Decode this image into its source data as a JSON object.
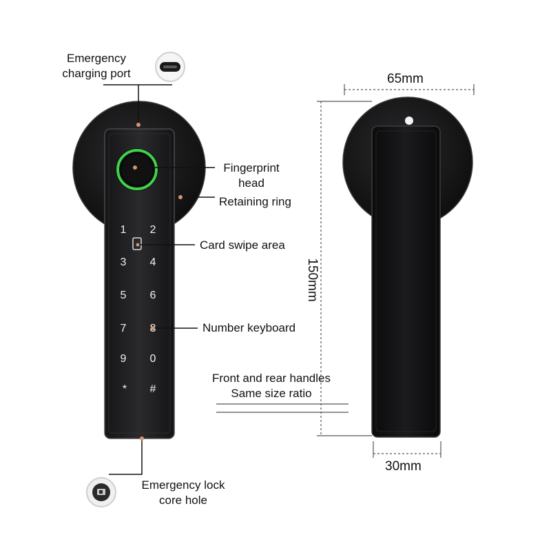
{
  "labels": {
    "charging_port": [
      "Emergency",
      "charging port"
    ],
    "fingerprint": [
      "Fingerprint",
      "head"
    ],
    "retaining_ring": "Retaining ring",
    "card_swipe": "Card swipe area",
    "number_keyboard": "Number keyboard",
    "ratio_note": [
      "Front and rear handles",
      "Same size ratio"
    ],
    "lock_core": [
      "Emergency lock",
      "core hole"
    ]
  },
  "dimensions": {
    "width": "65mm",
    "height": "150mm",
    "handle_width": "30mm"
  },
  "keypad": {
    "keys": [
      "1",
      "2",
      "3",
      "4",
      "5",
      "6",
      "7",
      "8",
      "9",
      "0",
      "*",
      "#"
    ]
  },
  "colors": {
    "body": "#1c1c1e",
    "fingerprint_ring": "#3fd24a",
    "leader_dot": "#d2966e"
  }
}
